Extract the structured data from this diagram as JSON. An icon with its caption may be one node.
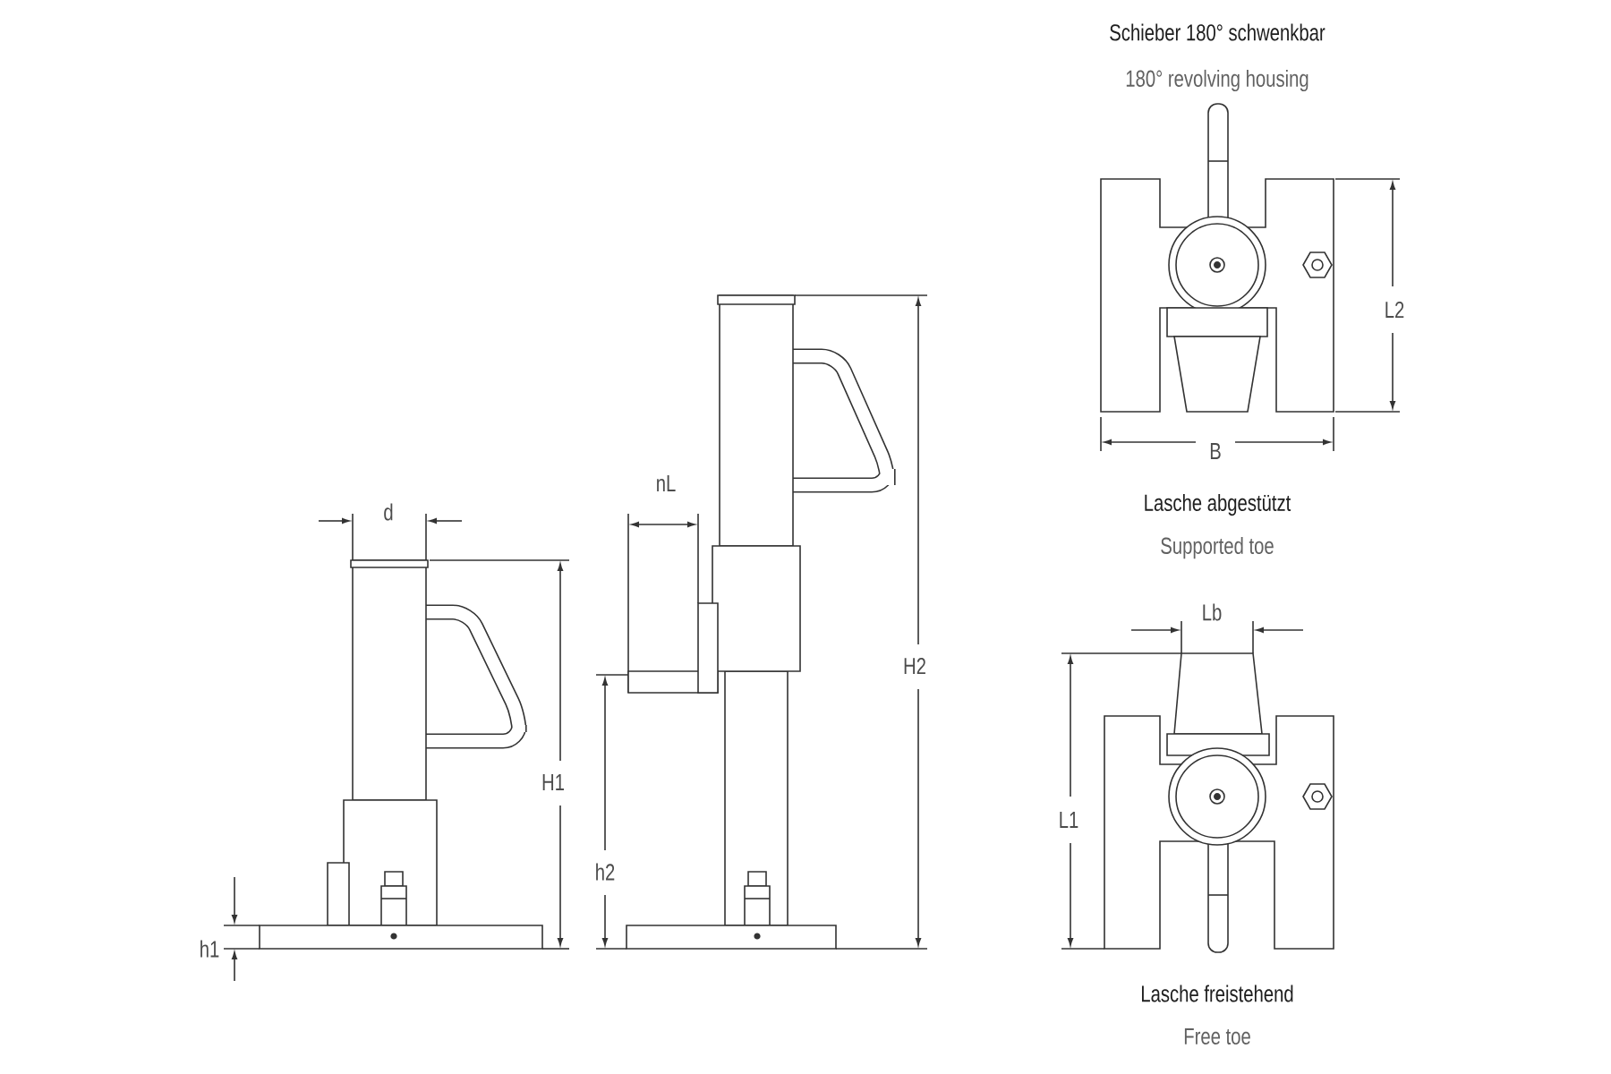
{
  "diagram": {
    "labels": [
      "Schieber 180° schwenkbar",
      "180° revolving housing",
      "L2",
      "B",
      "nL",
      "Lasche abgestützt",
      "d",
      "Supported toe",
      "Lb",
      "H2",
      "H1",
      "L1",
      "h2",
      "h1",
      "Lasche freistehend",
      "Free toe"
    ]
  }
}
